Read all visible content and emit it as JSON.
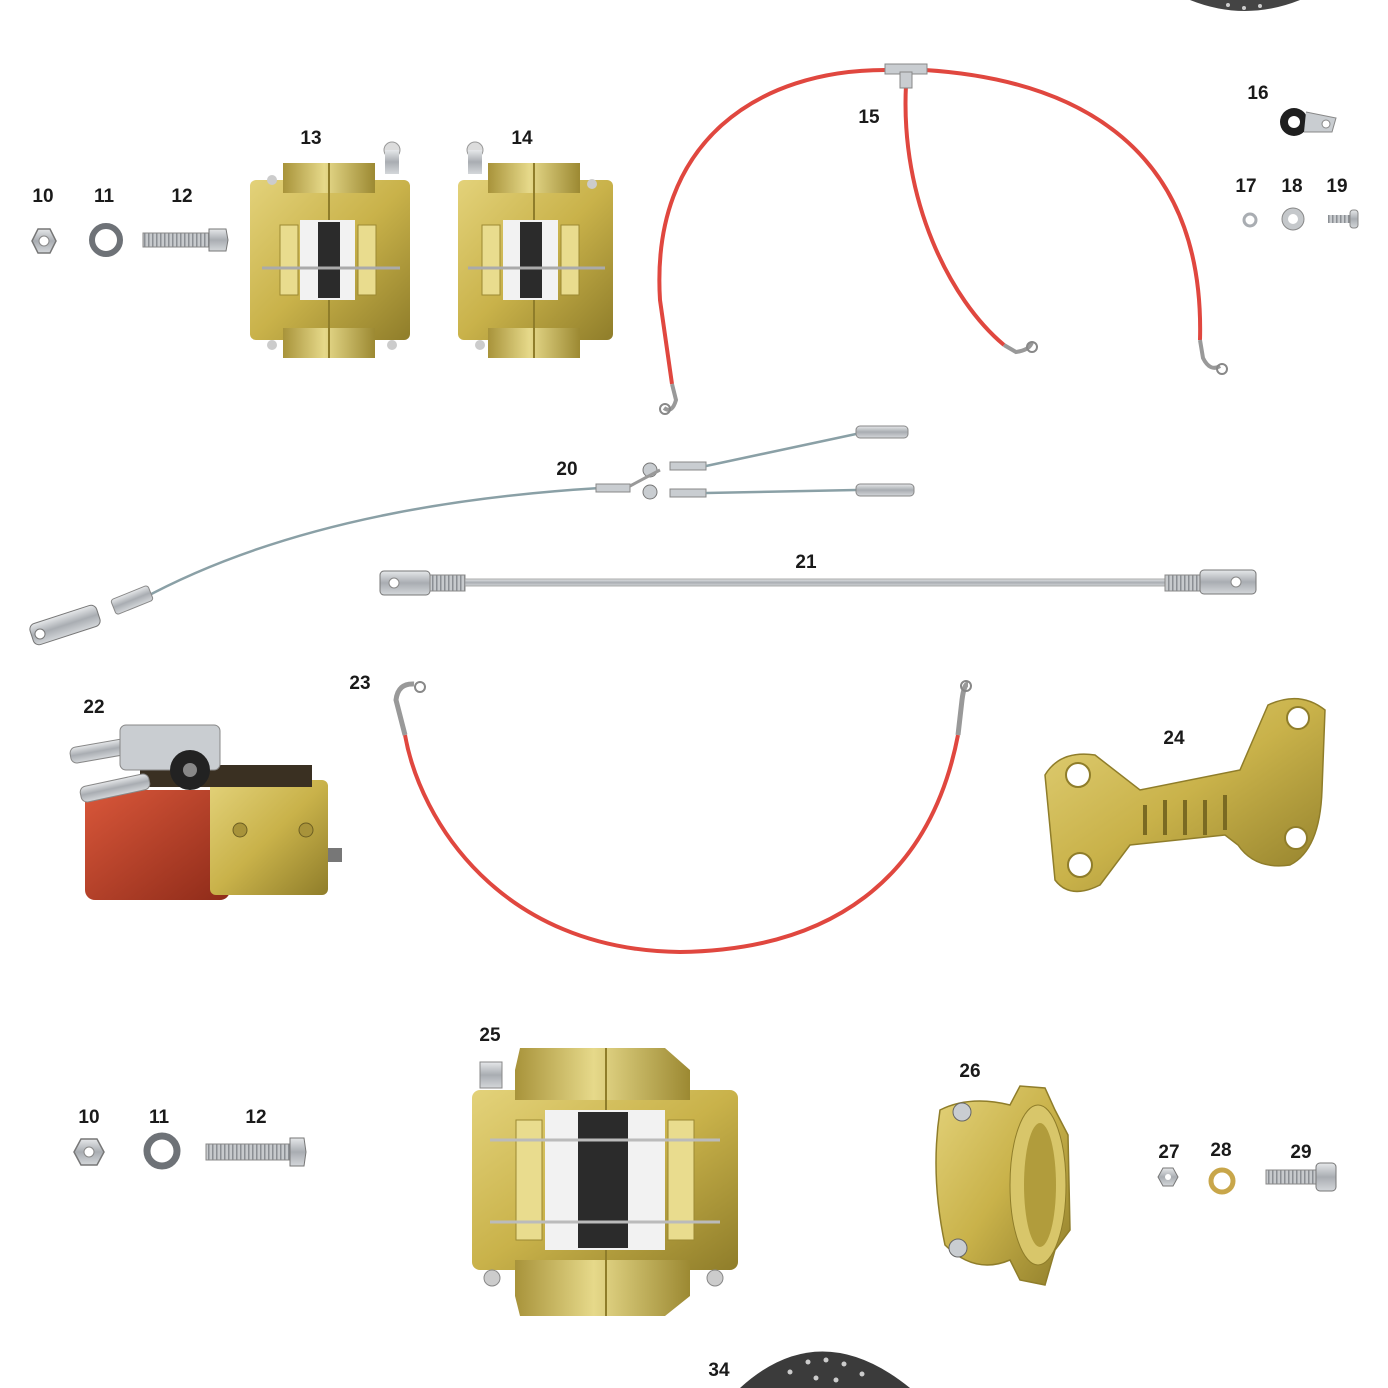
{
  "part_numbers": {
    "p10a": "10",
    "p11a": "11",
    "p12a": "12",
    "p13": "13",
    "p14": "14",
    "p15": "15",
    "p16": "16",
    "p17": "17",
    "p18": "18",
    "p19": "19",
    "p20": "20",
    "p21": "21",
    "p22": "22",
    "p23": "23",
    "p24": "24",
    "p25": "25",
    "p26": "26",
    "p27": "27",
    "p28": "28",
    "p29": "29",
    "p10b": "10",
    "p11b": "11",
    "p12b": "12",
    "p34": "34"
  },
  "colors": {
    "gold": "#c9b24a",
    "gold_dark": "#8f7d2a",
    "brake_line_red": "#e0473f",
    "steel": "#b9bcc0",
    "pad_red": "#c9462a",
    "disc_dark": "#333333"
  }
}
